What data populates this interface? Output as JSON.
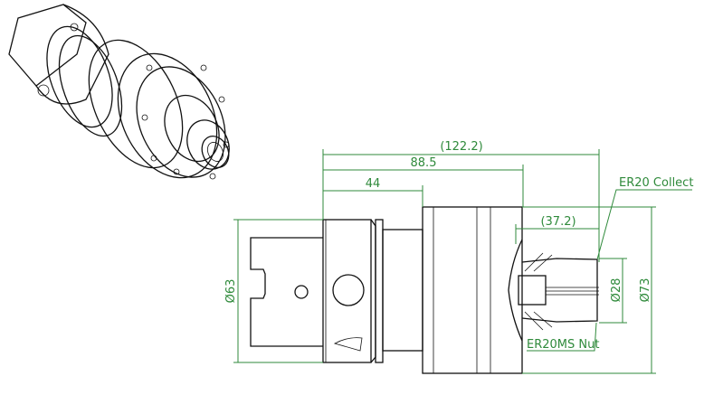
{
  "drawing": {
    "title": "ER20 collet chuck holder drawing",
    "color_dimension": "#2f8a3b",
    "dimensions": {
      "overall_length": "(122.2)",
      "body_length": "88.5",
      "flange_length": "44",
      "projection": "(37.2)",
      "flange_diameter": "Ø63",
      "body_diameter": "Ø73",
      "nut_diameter": "Ø28"
    },
    "callouts": {
      "collet": "ER20 Collect",
      "nut": "ER20MS Nut"
    }
  }
}
